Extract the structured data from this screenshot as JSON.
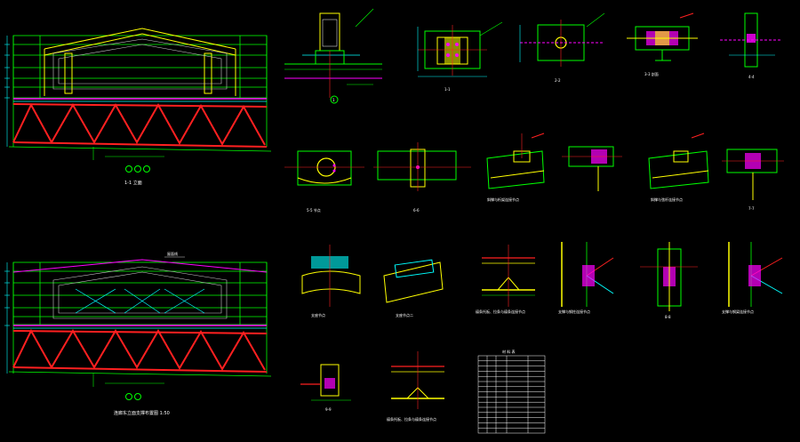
{
  "drawing": {
    "background": "#000000",
    "colors": {
      "truss": "#ff2020",
      "frame": "#00ff00",
      "beam": "#ffff00",
      "dimension": "#00ffff",
      "bolt": "#ff00ff",
      "text": "#ffffff",
      "wall": "#ffffff",
      "detail_fill": "#ffff66"
    },
    "views": {
      "top_elevation_title": "1-1 立面",
      "bottom_elevation_title": "连廊东立面支撑布置图 1:50",
      "bottom_roof_label": "屋面线"
    },
    "details": {
      "d1_title": "1",
      "d2_title": "1-1",
      "d3_title": "2-2",
      "d4_title": "3-3 剖面",
      "d5_title": "4-4",
      "d6_title": "5-5 节点",
      "d7_title": "6-6",
      "d8_title": "斜撑与桁架连接节点",
      "d10_title": "斜撑与弦杆连接节点",
      "d11_title": "7-7",
      "d12_title": "支座节点",
      "d13_title": "支座节点二",
      "d14_title": "檩条托板、拉条与檩条连接节点",
      "d15_title": "支撑与钢柱连接节点",
      "d16_title": "8-8",
      "d17_title": "支撑与钢梁连接节点",
      "d18_title": "9-9",
      "d19_title": "檩条托板、拉条与檩条连接节点"
    },
    "table": {
      "title": "材 料 表",
      "rows": 15
    }
  }
}
